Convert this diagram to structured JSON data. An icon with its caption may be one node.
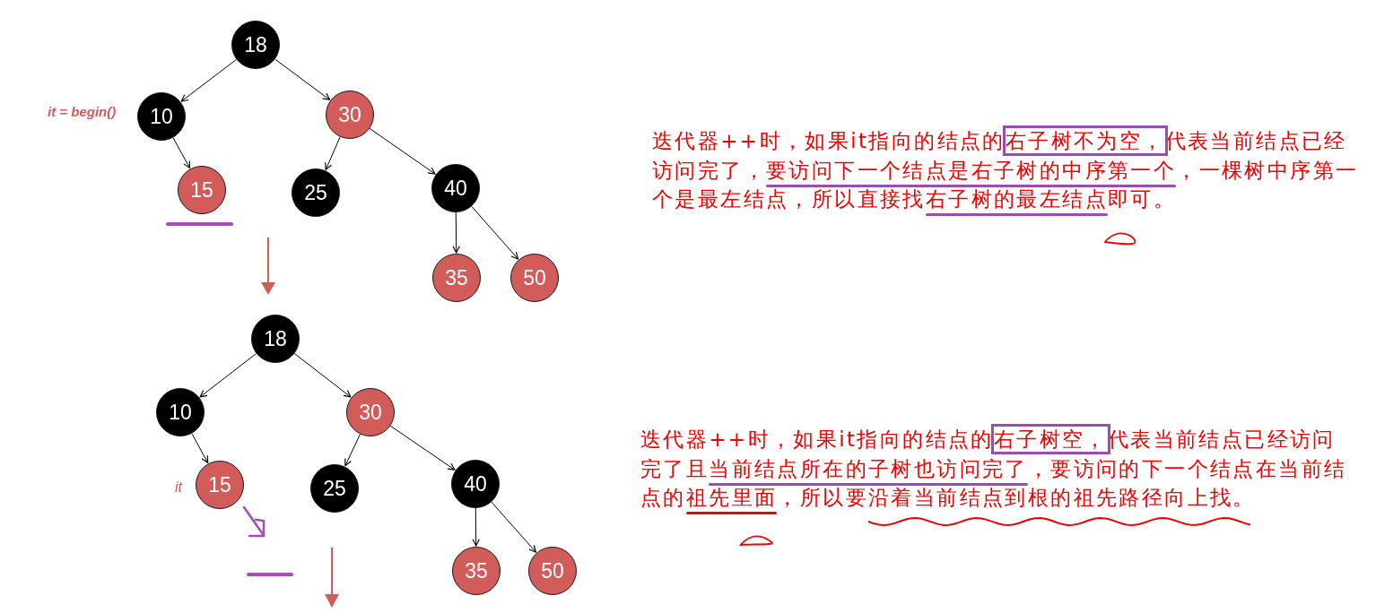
{
  "diagram": {
    "nodes": [
      {
        "text": [
          "18"
        ]
      },
      {
        "text": [
          "10"
        ]
      },
      {
        "text": [
          "30"
        ]
      },
      {
        "text": [
          "15"
        ]
      },
      {
        "text": [
          "25"
        ]
      },
      {
        "text": [
          "40"
        ]
      },
      {
        "text": [
          "35"
        ]
      },
      {
        "text": [
          "50"
        ]
      },
      {
        "text": [
          "18"
        ]
      },
      {
        "text": [
          "10"
        ]
      },
      {
        "text": [
          "30"
        ]
      },
      {
        "text": [
          "15"
        ]
      },
      {
        "text": [
          "25"
        ]
      },
      {
        "text": [
          "40"
        ]
      },
      {
        "text": [
          "35"
        ]
      },
      {
        "text": [
          "50"
        ]
      }
    ],
    "edges": [
      {
        "from": 0,
        "to": 1,
        "arrow": "to"
      },
      {
        "from": 0,
        "to": 2,
        "arrow": "to"
      },
      {
        "from": 1,
        "to": 3,
        "arrow": "to"
      },
      {
        "from": 2,
        "to": 4,
        "arrow": "to"
      },
      {
        "from": 2,
        "to": 5,
        "arrow": "to"
      },
      {
        "from": 5,
        "to": 6,
        "arrow": "to"
      },
      {
        "from": 5,
        "to": 7,
        "arrow": "to"
      },
      {
        "from": 8,
        "to": 9,
        "arrow": "to"
      },
      {
        "from": 8,
        "to": 10,
        "arrow": "to"
      },
      {
        "from": 9,
        "to": 11,
        "arrow": "to"
      },
      {
        "from": 10,
        "to": 12,
        "arrow": "to"
      },
      {
        "from": 10,
        "to": 13,
        "arrow": "to"
      },
      {
        "from": 13,
        "to": 14,
        "arrow": "to"
      },
      {
        "from": 13,
        "to": 15,
        "arrow": "to"
      }
    ],
    "labels": [
      "it = begin()",
      "it",
      "迭代器++时，如果it指向的结点的右子树不为空，代表当前结点已经访问完了，要访问下一个结点是右子树的中序第一个，一棵树中序第一个是最左结点，所以直接找右子树的最左结点即可。",
      "迭代器++时，如果it指向的结点的右子树空，代表当前结点已经访问完了且当前结点所在的子树也访问完了，要访问的下一个结点在当前结点的祖先里面，所以要沿着当前结点到根的祖先路径向上找。"
    ]
  }
}
